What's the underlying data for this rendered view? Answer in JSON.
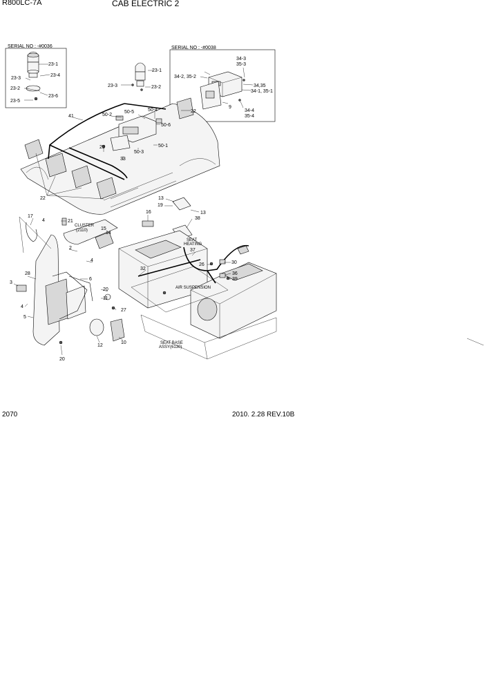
{
  "header": {
    "model": "R800LC-7A",
    "title": "CAB ELECTRIC 2"
  },
  "footer": {
    "page_number": "2070",
    "date_rev": "2010. 2.28  REV.10B"
  },
  "insets": {
    "left_serial": "SERIAL NO : -#0036",
    "right_serial": "SERIAL NO : -#0038"
  },
  "callouts": {
    "c23_1a": "23-1",
    "c23_3a": "23-3",
    "c23_4": "23-4",
    "c23_2a": "23-2",
    "c23_6": "23-6",
    "c23_5": "23-5",
    "c34_3": "34-3",
    "c35_3": "35-3",
    "c34_2": "34-2, 35-2",
    "c34_35": "34,35",
    "c34_1": "34-1, 35-1",
    "c9": "9",
    "c34_4": "34-4",
    "c35_4": "35-4",
    "c23_1b": "23-1",
    "c23_3b": "23-3",
    "c23_2b": "23-2",
    "c50_2": "50-2",
    "c50_5": "50-5",
    "c50_4": "50-4",
    "c22a": "22",
    "c50_6": "50-6",
    "c41": "41",
    "c25": "25",
    "c50_3": "50-3",
    "c50_1": "50-1",
    "c33": "33",
    "c22b": "22",
    "c13a": "13",
    "c19": "19",
    "c13b": "13",
    "c16": "16",
    "c38": "38",
    "c17": "17",
    "c4a": "4",
    "c21": "21",
    "cluster": "CLUSTER",
    "cluster2": "(2110)",
    "c15": "15",
    "c14": "14",
    "seat_heating1": "SEAT",
    "seat_heating2": "HEATING",
    "c2": "2",
    "c37": "37",
    "c4b": "4",
    "c32": "32",
    "c30": "30",
    "c26": "26",
    "c28": "28",
    "c6": "6",
    "c36": "36",
    "c39": "39",
    "air_susp": "AIR SUSPENSION",
    "c3": "3",
    "c20a": "20",
    "c11": "11",
    "c4c": "4",
    "c27": "27",
    "c5": "5",
    "c12": "12",
    "c10": "10",
    "seat_base1": "SEAT BASE",
    "seat_base2": "ASSY(6130)",
    "c20b": "20"
  }
}
